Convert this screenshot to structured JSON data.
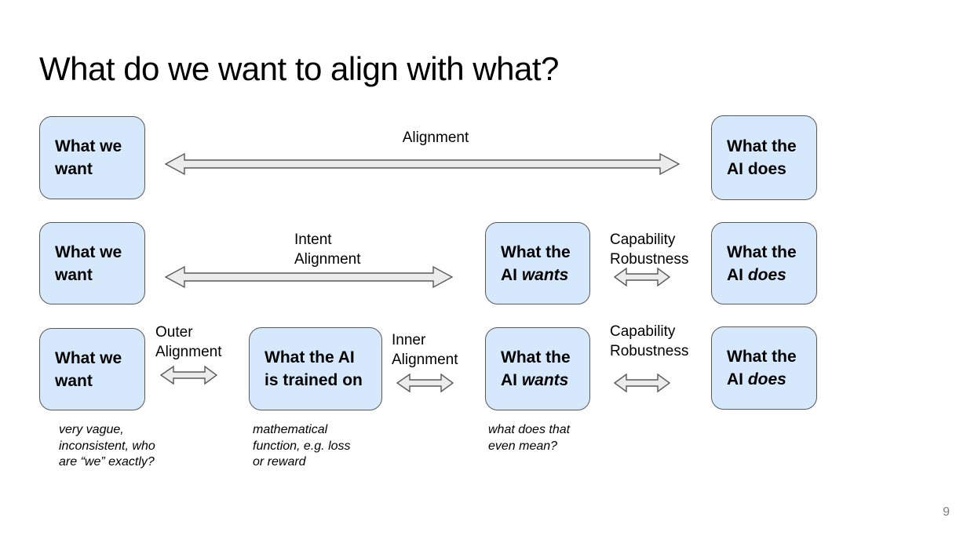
{
  "slide": {
    "title": "What do we want to align with what?",
    "page_number": "9",
    "colors": {
      "box_fill": "#d6e9fc",
      "box_border": "#595959",
      "arrow_fill": "#ececec",
      "arrow_stroke": "#595959",
      "page_number": "#7f7f7f"
    }
  },
  "labels": {
    "alignment": "Alignment",
    "intent_line1": "Intent",
    "intent_line2": "Alignment",
    "outer_line1": "Outer",
    "outer_line2": "Alignment",
    "inner_line1": "Inner",
    "inner_line2": "Alignment",
    "capability_line1": "Capability",
    "capability_line2": "Robustness"
  },
  "boxes": {
    "want_line1": "What we",
    "want_line2": "want",
    "does_line1": "What the",
    "does_line2_plain": "AI does",
    "ai_prefix": "AI ",
    "wants_line1": "What the",
    "wants_word": "wants",
    "does_word": "does",
    "trained_line1": "What the AI",
    "trained_line2": "is trained on"
  },
  "annotations": {
    "want_note_line1": "very vague,",
    "want_note_line2": "inconsistent, who",
    "want_note_line3": "are “we” exactly?",
    "trained_note_line1": "mathematical",
    "trained_note_line2": "function, e.g. loss",
    "trained_note_line3": "or reward",
    "wants_note_line1": "what does that",
    "wants_note_line2": "even mean?"
  }
}
